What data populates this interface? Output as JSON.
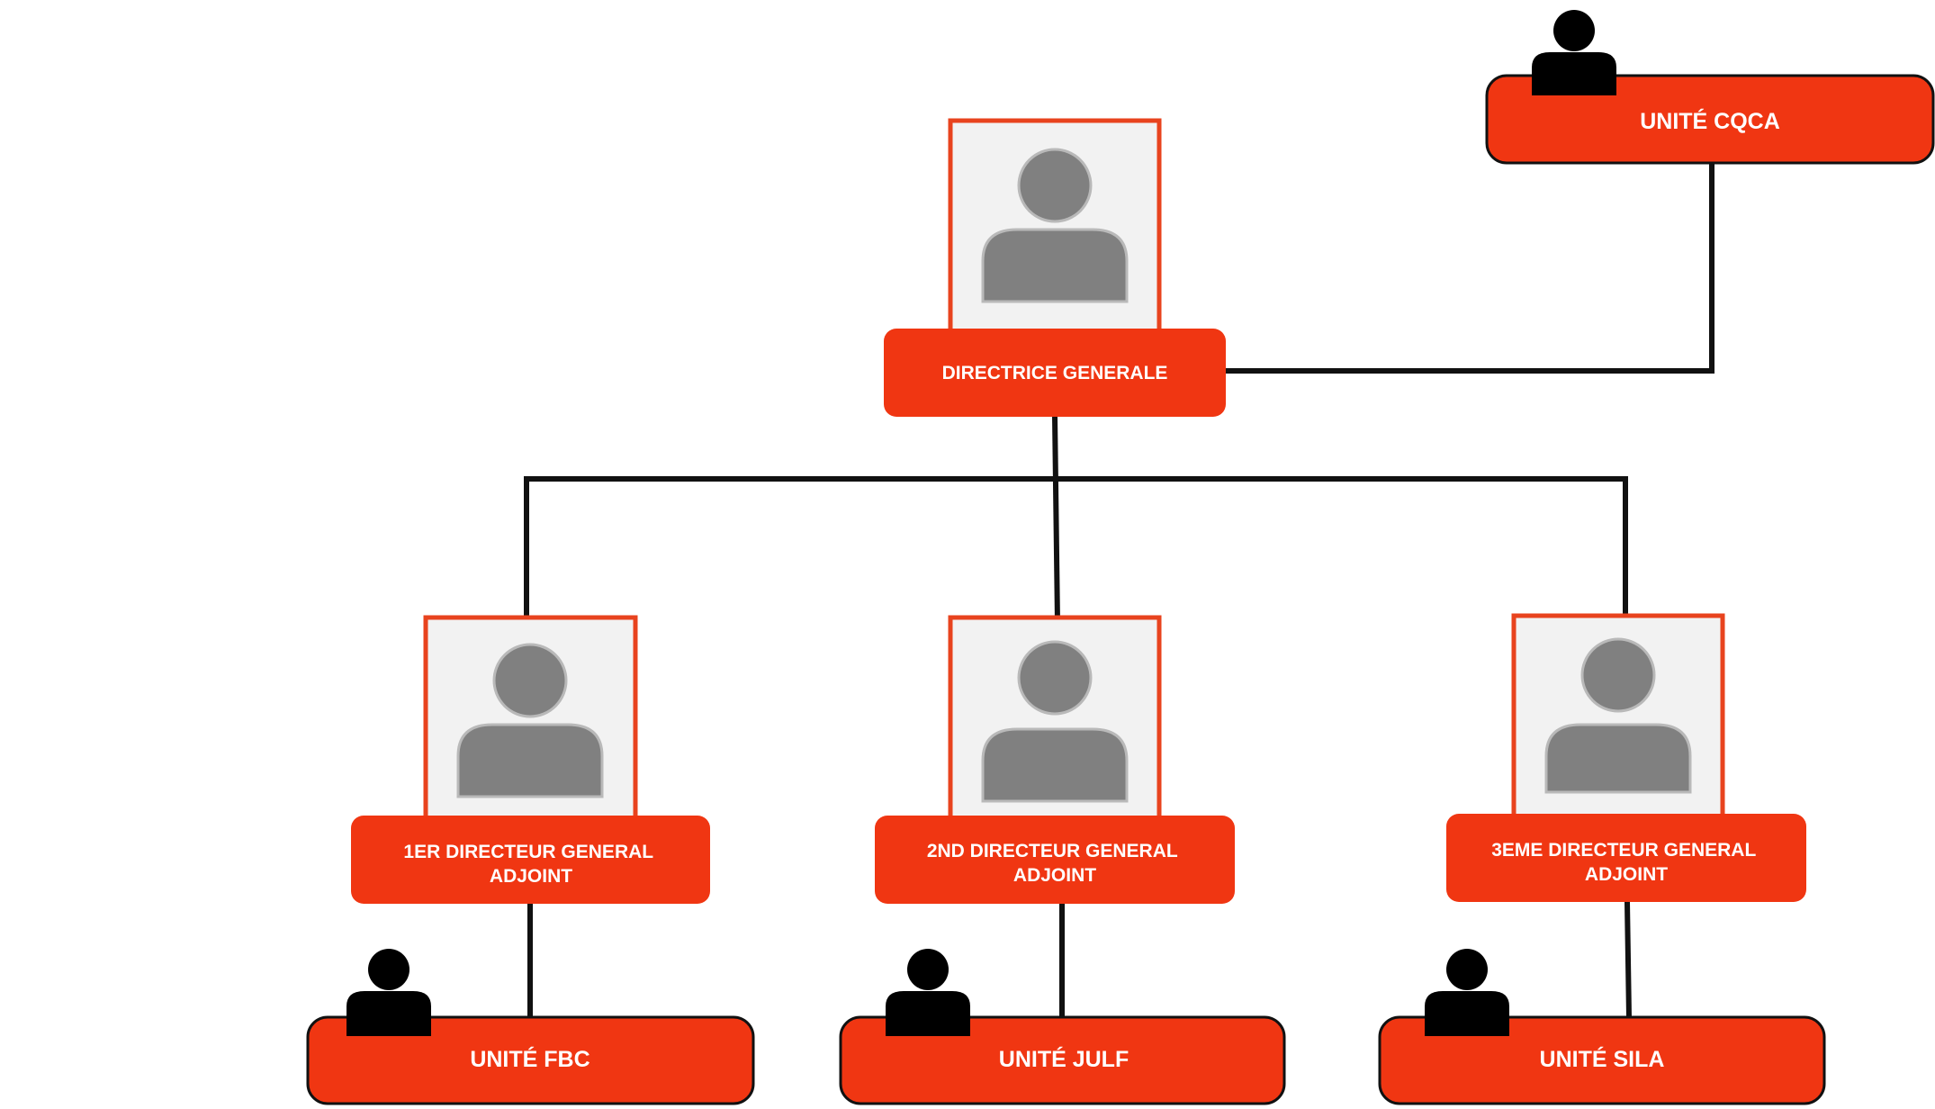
{
  "colors": {
    "accent": "#f03612",
    "frame": "#e8431e",
    "photo_bg": "#f2f2f2",
    "placeholder": "#808080",
    "connector": "#111111",
    "text": "#ffffff"
  },
  "org_chart": {
    "head": {
      "title": "DIRECTRICE GENERALE",
      "photo_icon": "person-placeholder-icon"
    },
    "top_unit": {
      "label": "UNITÉ CQCA",
      "icon": "person-icon"
    },
    "deputies": [
      {
        "title_line1": "1ER DIRECTEUR GENERAL",
        "title_line2": "ADJOINT",
        "photo_icon": "person-placeholder-icon",
        "unit": {
          "label": "UNITÉ FBC",
          "icon": "person-icon"
        }
      },
      {
        "title_line1": "2ND DIRECTEUR GENERAL",
        "title_line2": "ADJOINT",
        "photo_icon": "person-placeholder-icon",
        "unit": {
          "label": "UNITÉ JULF",
          "icon": "person-icon"
        }
      },
      {
        "title_line1": "3EME DIRECTEUR GENERAL",
        "title_line2": "ADJOINT",
        "photo_icon": "person-placeholder-icon",
        "unit": {
          "label": "UNITÉ SILA",
          "icon": "person-icon"
        }
      }
    ]
  }
}
